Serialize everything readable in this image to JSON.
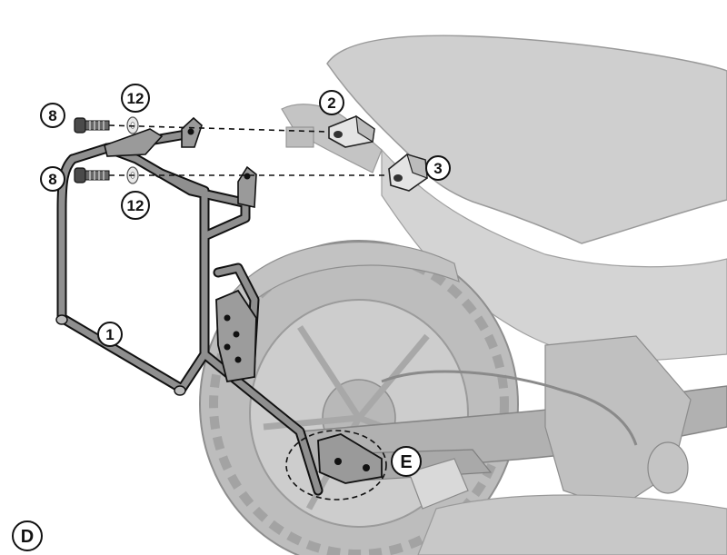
{
  "panel_label": "D",
  "detail_label": "E",
  "callouts": {
    "rack": "1",
    "spacer_upper": "2",
    "spacer_lower": "3",
    "bolt_upper": "8",
    "bolt_lower": "8",
    "washer_upper": "12",
    "washer_lower": "12"
  },
  "colors": {
    "ink": "#111111",
    "rack_fill": "#8f8f8f",
    "bike_fill": "#c9c9c9",
    "bike_dark": "#a5a5a5",
    "tyre": "#b4b4b4"
  }
}
